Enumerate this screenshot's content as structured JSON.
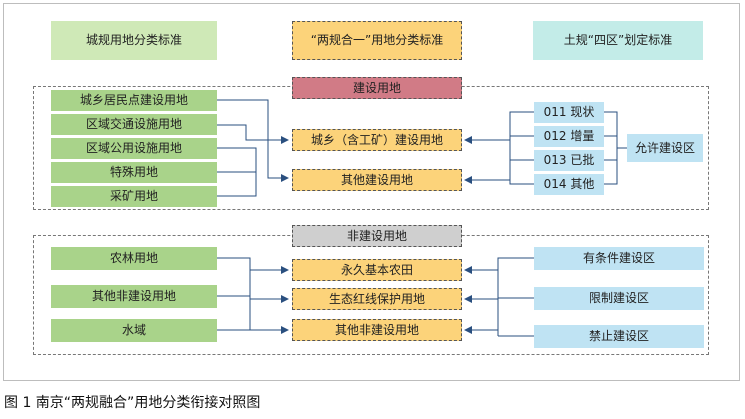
{
  "header": {
    "left_title": "城规用地分类标准",
    "center_title": "“两规合一”用地分类标准",
    "right_title": "土规“四区”划定标准"
  },
  "construction": {
    "category": "建设用地",
    "left_items": [
      "城乡居民点建设用地",
      "区域交通设施用地",
      "区域公用设施用地",
      "特殊用地",
      "采矿用地"
    ],
    "center_items": [
      "城乡（含工矿）建设用地",
      "其他建设用地"
    ],
    "right_items": [
      "011 现状",
      "012 增量",
      "013 已批",
      "014 其他"
    ],
    "zone": "允许建设区"
  },
  "non_construction": {
    "category": "非建设用地",
    "left_items": [
      "农林用地",
      "其他非建设用地",
      "水域"
    ],
    "center_items": [
      "永久基本农田",
      "生态红线保护用地",
      "其他非建设用地"
    ],
    "right_items": [
      "有条件建设区",
      "限制建设区",
      "禁止建设区"
    ]
  },
  "caption": "图 1  南京“两规融合”用地分类衔接对照图",
  "colors": {
    "left_green": "#a9d38a",
    "center_yellow": "#fcd37a",
    "category_red": "#d17b86",
    "category_gray": "#cfcfcf",
    "right_blue": "#bfe3f3",
    "connector": "#2a4f7f"
  }
}
